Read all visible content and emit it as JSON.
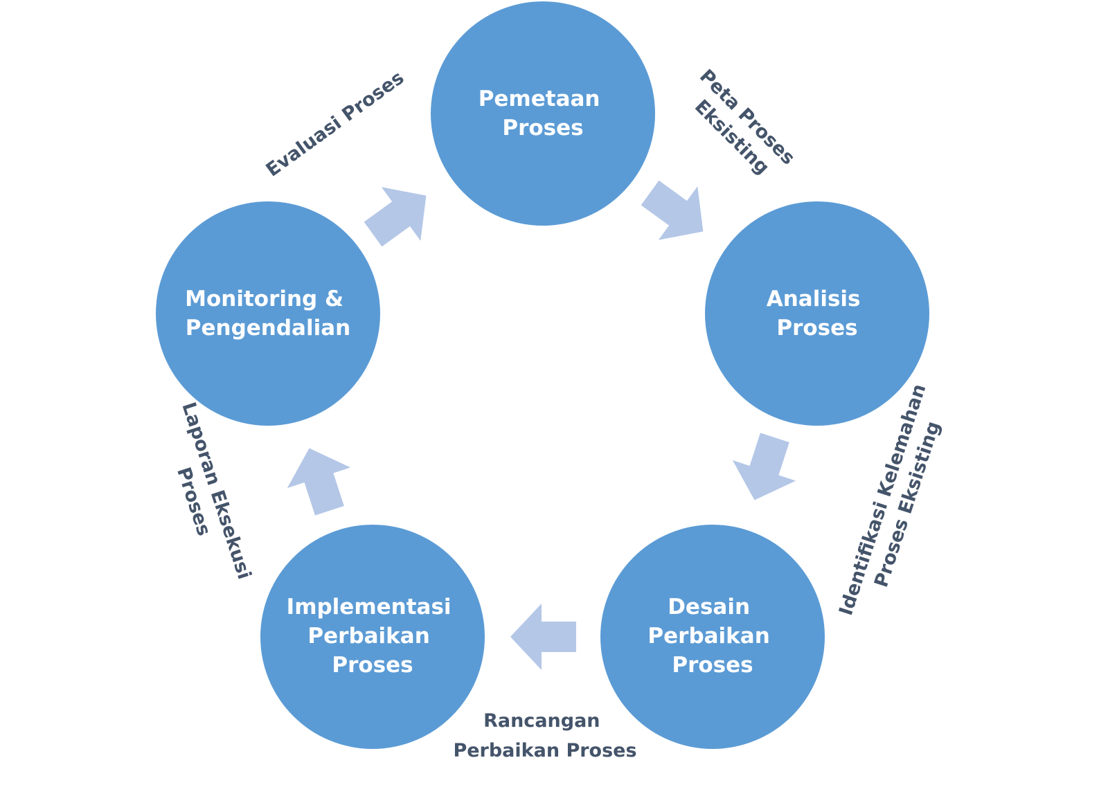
{
  "colors": {
    "node_fill": "#5b9bd5",
    "arrow_fill": "#b4c7e7",
    "node_text": "#ffffff",
    "edge_text": "#44546a"
  },
  "nodes": {
    "pemetaan": {
      "line1": "Pemetaan",
      "line2": "Proses"
    },
    "analisis": {
      "line1": "Analisis",
      "line2": "Proses"
    },
    "desain": {
      "line1": "Desain",
      "line2": "Perbaikan",
      "line3": "Proses"
    },
    "implementasi": {
      "line1": "Implementasi",
      "line2": "Perbaikan",
      "line3": "Proses"
    },
    "monitoring": {
      "line1": "Monitoring &",
      "line2": "Pengendalian"
    }
  },
  "edges": {
    "peta_proses": {
      "line1": "Peta Proses",
      "line2": "Eksisting"
    },
    "identifikasi": {
      "line1": "Identifikasi Kelemahan",
      "line2": "Proses Eksisting"
    },
    "rancangan": {
      "line1": "Rancangan",
      "line2": "Perbaikan Proses"
    },
    "laporan": {
      "line1": "Laporan Eksekusi",
      "line2": "Proses"
    },
    "evaluasi": {
      "line1": "Evaluasi Proses"
    }
  }
}
